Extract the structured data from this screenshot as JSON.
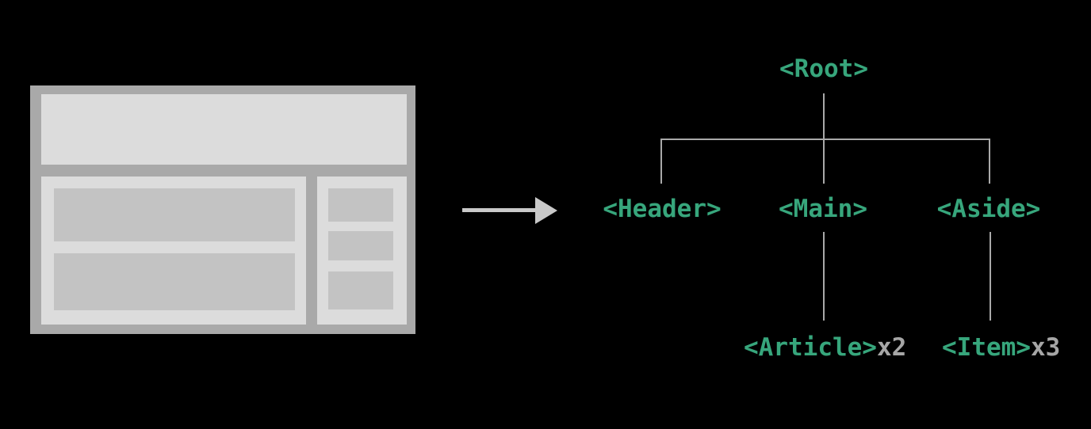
{
  "colors": {
    "canvas-bg": "#000000",
    "wf-frame": "#a9a9a9",
    "wf-panel": "#dcdcdc",
    "wf-block": "#c3c3c3",
    "arrow": "#c9c9c9",
    "tree-line": "#a9a9a9",
    "tag-green": "#37a67c",
    "count-gray": "#a6a6a6"
  },
  "tree": {
    "root": "<Root>",
    "header": "<Header>",
    "main": "<Main>",
    "aside": "<Aside>",
    "article": "<Article>",
    "article_count": "x2",
    "item": "<Item>",
    "item_count": "x3"
  }
}
